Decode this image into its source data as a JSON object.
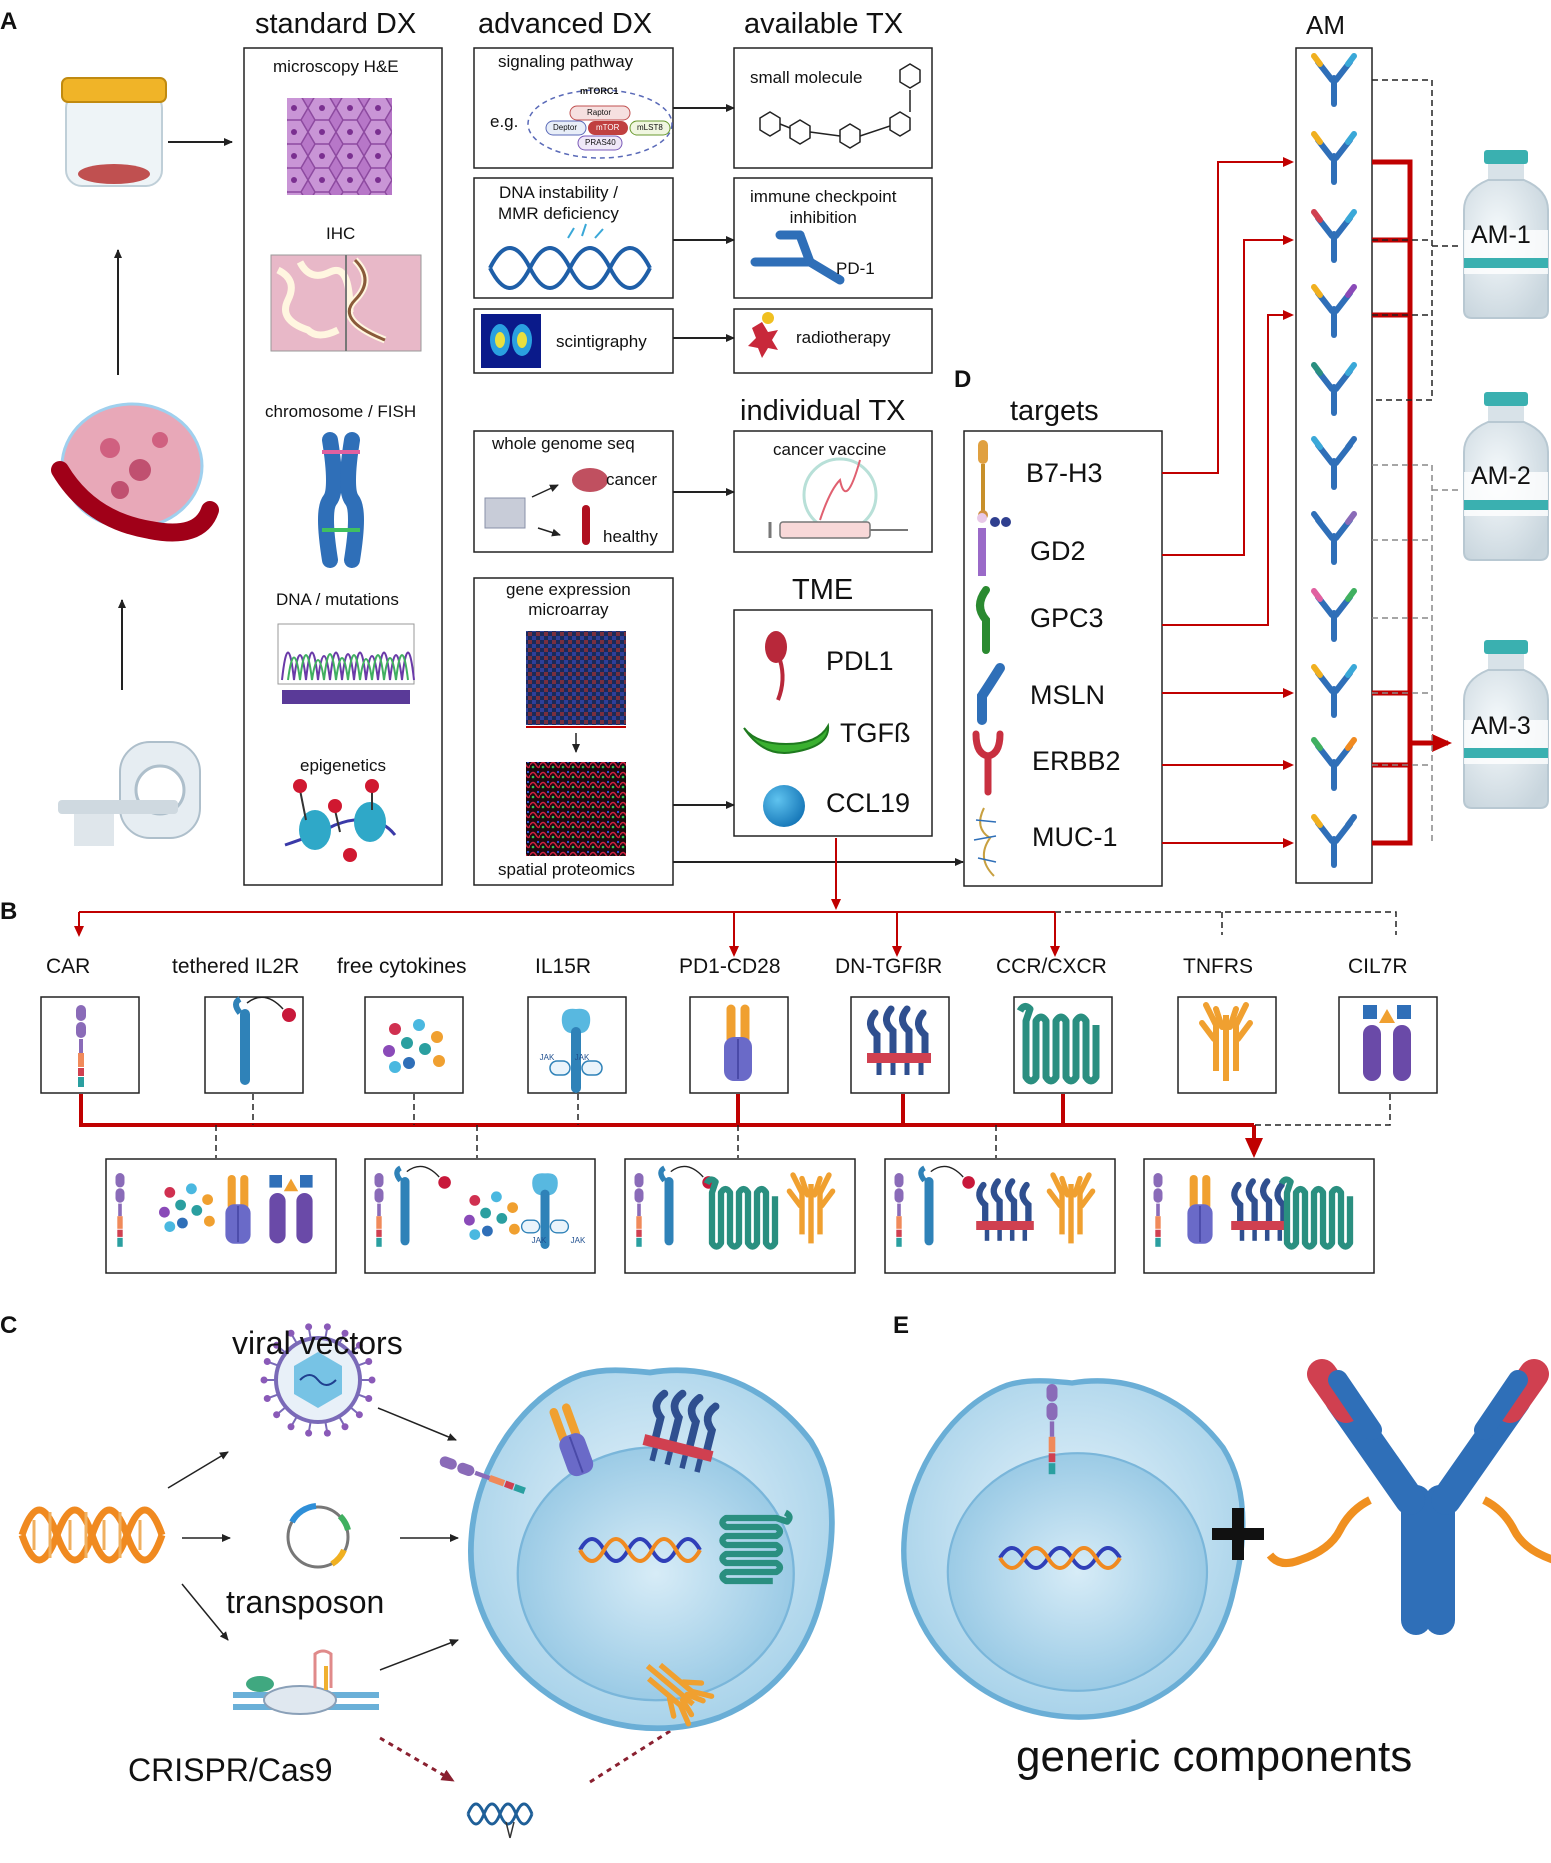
{
  "panels": {
    "a": "A",
    "b": "B",
    "c": "C",
    "d": "D",
    "e": "E"
  },
  "panel_a": {
    "standard_dx": {
      "title": "standard DX",
      "items": [
        "microscopy H&E",
        "IHC",
        "chromosome / FISH",
        "DNA / mutations",
        "epigenetics"
      ]
    },
    "advanced_dx": {
      "title": "advanced DX",
      "signaling": {
        "title": "signaling pathway",
        "eg": "e.g.",
        "mtorc1": "mTORC1",
        "raptor": "Raptor",
        "deptor": "Deptor",
        "mtor": "mTOR",
        "mlst8": "mLST8",
        "pras40": "PRAS40"
      },
      "dna_instability": "DNA instability /\nMMR deficiency",
      "scintigraphy": "scintigraphy",
      "wgs": {
        "title": "whole genome seq",
        "cancer": "cancer",
        "healthy": "healthy"
      },
      "gene_expr": {
        "title": "gene expression\nmicroarray",
        "spatial": "spatial proteomics"
      }
    },
    "available_tx": {
      "title": "available TX",
      "small_molecule": "small molecule",
      "checkpoint": "immune checkpoint\ninhibition",
      "pd1": "PD-1",
      "radiotherapy": "radiotherapy"
    },
    "individual_tx": {
      "title": "individual TX",
      "vaccine": "cancer vaccine"
    },
    "tme": {
      "title": "TME",
      "items": [
        "PDL1",
        "TGFß",
        "CCL19"
      ]
    },
    "am": {
      "title": "AM",
      "vials": [
        "AM-1",
        "AM-2",
        "AM-3"
      ]
    }
  },
  "panel_d": {
    "title": "targets",
    "items": [
      "B7-H3",
      "GD2",
      "GPC3",
      "MSLN",
      "ERBB2",
      "MUC-1"
    ]
  },
  "panel_b": {
    "modules": [
      "CAR",
      "tethered IL2R",
      "free cytokines",
      "IL15R",
      "PD1-CD28",
      "DN-TGFßR",
      "CCR/CXCR",
      "TNFRS",
      "CIL7R"
    ],
    "jak": "JAK"
  },
  "panel_c": {
    "items": [
      "viral vectors",
      "transposon",
      "CRISPR/Cas9"
    ]
  },
  "panel_e": {
    "caption": "generic components"
  },
  "colors": {
    "red": "#c00000",
    "purple": "#8a6bb8",
    "orange": "#f0a030",
    "teal": "#2a8f80",
    "blue": "#2f6fb8"
  }
}
